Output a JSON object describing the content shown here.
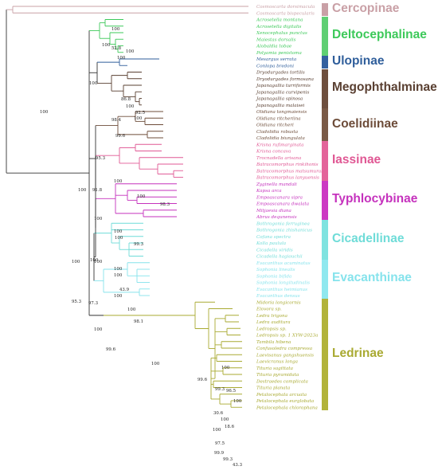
{
  "colors": {
    "cercopinae": "#c9a0a6",
    "deltocephalinae": "#5fcf73",
    "ulopinae": "#33609f",
    "megophthalminae": "#6e4f3e",
    "coelidiinae": "#7a5a46",
    "iassinae": "#e3649a",
    "typhlocybinae": "#cc39c3",
    "cicadellinae": "#7fe3e0",
    "evacanthinae": "#8fe8ef",
    "ledrinae": "#b2b33a",
    "tree": "#333333"
  },
  "clades": [
    {
      "name": "Cercopinae",
      "color": "#c9a0a6"
    },
    {
      "name": "Deltocephalinae",
      "color": "#3dc95a"
    },
    {
      "name": "Ulopinae",
      "color": "#2f5e9b"
    },
    {
      "name": "Megophthalminae",
      "color": "#5a4032"
    },
    {
      "name": "Coelidiinae",
      "color": "#6d4c39"
    },
    {
      "name": "Iassinae",
      "color": "#e05894"
    },
    {
      "name": "Typhlocybinae",
      "color": "#c532bd"
    },
    {
      "name": "Cicadellinae",
      "color": "#6fdcd8"
    },
    {
      "name": "Evacanthinae",
      "color": "#86e3ec"
    },
    {
      "name": "Ledrinae",
      "color": "#a9aa32"
    }
  ],
  "taxa": [
    {
      "name": "Cosmoscarta dorsimacula",
      "clade": 0
    },
    {
      "name": "Cosmoscarta bispecularis",
      "clade": 0
    },
    {
      "name": "Acrosetella montana",
      "clade": 1
    },
    {
      "name": "Acrosetella digitalis",
      "clade": 1
    },
    {
      "name": "Xenocephalus punctus",
      "clade": 1
    },
    {
      "name": "Maiestas dorsalis",
      "clade": 1
    },
    {
      "name": "Alobaldia tobae",
      "clade": 1
    },
    {
      "name": "Polyamia penistoma",
      "clade": 1
    },
    {
      "name": "Mesargus serrata",
      "clade": 2
    },
    {
      "name": "Conlopa bredoni",
      "clade": 2
    },
    {
      "name": "Dryodurgades tortilis",
      "clade": 3
    },
    {
      "name": "Dryodurgades formosana",
      "clade": 3
    },
    {
      "name": "Japanagallia turriformis",
      "clade": 3
    },
    {
      "name": "Japanagallia curvipenis",
      "clade": 3
    },
    {
      "name": "Japanagallia spinosa",
      "clade": 3
    },
    {
      "name": "Japanagallia malaisei",
      "clade": 3
    },
    {
      "name": "Olidiana tongmaiensis",
      "clade": 4
    },
    {
      "name": "Olidiana ritcheriina",
      "clade": 4
    },
    {
      "name": "Olidiana ritcheri",
      "clade": 4
    },
    {
      "name": "Cladolidia robusta",
      "clade": 4
    },
    {
      "name": "Cladolidia biungulata",
      "clade": 4
    },
    {
      "name": "Krisna rufimarginata",
      "clade": 5
    },
    {
      "name": "Krisna concava",
      "clade": 5
    },
    {
      "name": "Trocnadella arisana",
      "clade": 5
    },
    {
      "name": "Batracomorphus rinkihonis",
      "clade": 5
    },
    {
      "name": "Batracomorphus matsumurai",
      "clade": 5
    },
    {
      "name": "Batracomorphus lanyuensis",
      "clade": 5
    },
    {
      "name": "Zyginella mandali",
      "clade": 6
    },
    {
      "name": "Kapsa arca",
      "clade": 6
    },
    {
      "name": "Empoascanara sipra",
      "clade": 6
    },
    {
      "name": "Empoascanara dwalata",
      "clade": 6
    },
    {
      "name": "Mitjaevia diana",
      "clade": 6
    },
    {
      "name": "Abrus dequnensis",
      "clade": 6
    },
    {
      "name": "Bothrogonia ferruginea",
      "clade": 7
    },
    {
      "name": "Bothrogonia zhishanicus",
      "clade": 7
    },
    {
      "name": "Cofana spectra",
      "clade": 7
    },
    {
      "name": "Kolla paulula",
      "clade": 7
    },
    {
      "name": "Cicadella viridis",
      "clade": 7
    },
    {
      "name": "Cicadella hagiouchii",
      "clade": 7
    },
    {
      "name": "Evacanthus acuminatus",
      "clade": 8
    },
    {
      "name": "Sophonia linealis",
      "clade": 8
    },
    {
      "name": "Sophonia bifida",
      "clade": 8
    },
    {
      "name": "Sophonia longitudinalis",
      "clade": 8
    },
    {
      "name": "Evacanthus heimianus",
      "clade": 8
    },
    {
      "name": "Evacanthus densus",
      "clade": 8
    },
    {
      "name": "Midoria longicornis",
      "clade": 9
    },
    {
      "name": "Elovora sp.",
      "clade": 9
    },
    {
      "name": "Ledra trigona",
      "clade": 9
    },
    {
      "name": "Ledra auditura",
      "clade": 9
    },
    {
      "name": "Ledropsis sp.",
      "clade": 9
    },
    {
      "name": "Ledropsis sp. 1 XYW-2023a",
      "clade": 9
    },
    {
      "name": "Tambila hibena",
      "clade": 9
    },
    {
      "name": "Confusoledra compressa",
      "clade": 9
    },
    {
      "name": "Laevisanus gangshuensis",
      "clade": 9
    },
    {
      "name": "Laevicranus longa",
      "clade": 9
    },
    {
      "name": "Tituria sagittata",
      "clade": 9
    },
    {
      "name": "Tituria pyramidata",
      "clade": 9
    },
    {
      "name": "Destraedes complicata",
      "clade": 9
    },
    {
      "name": "Tituria planata",
      "clade": 9
    },
    {
      "name": "Petalocephala arcuata",
      "clade": 9
    },
    {
      "name": "Petalocephala eurglobata",
      "clade": 9
    },
    {
      "name": "Petalocephala chlorophana",
      "clade": 9
    }
  ],
  "supports": [
    "100",
    "100",
    "52.8",
    "100",
    "100",
    "100",
    "86.8",
    "100",
    "92.5",
    "100",
    "98.4",
    "99.6",
    "95.3",
    "100",
    "100",
    "100",
    "91.8",
    "98.3",
    "100",
    "100",
    "100",
    "99.3",
    "100",
    "100",
    "100",
    "43.9",
    "100",
    "95.3",
    "100",
    "100",
    "98.1",
    "97.3",
    "100",
    "99.6",
    "100",
    "99.6",
    "100",
    "96.5",
    "99.3",
    "100",
    "30.6",
    "100",
    "18.6",
    "100",
    "97.5",
    "99.9",
    "99.3",
    "43.3",
    "100",
    "100"
  ]
}
